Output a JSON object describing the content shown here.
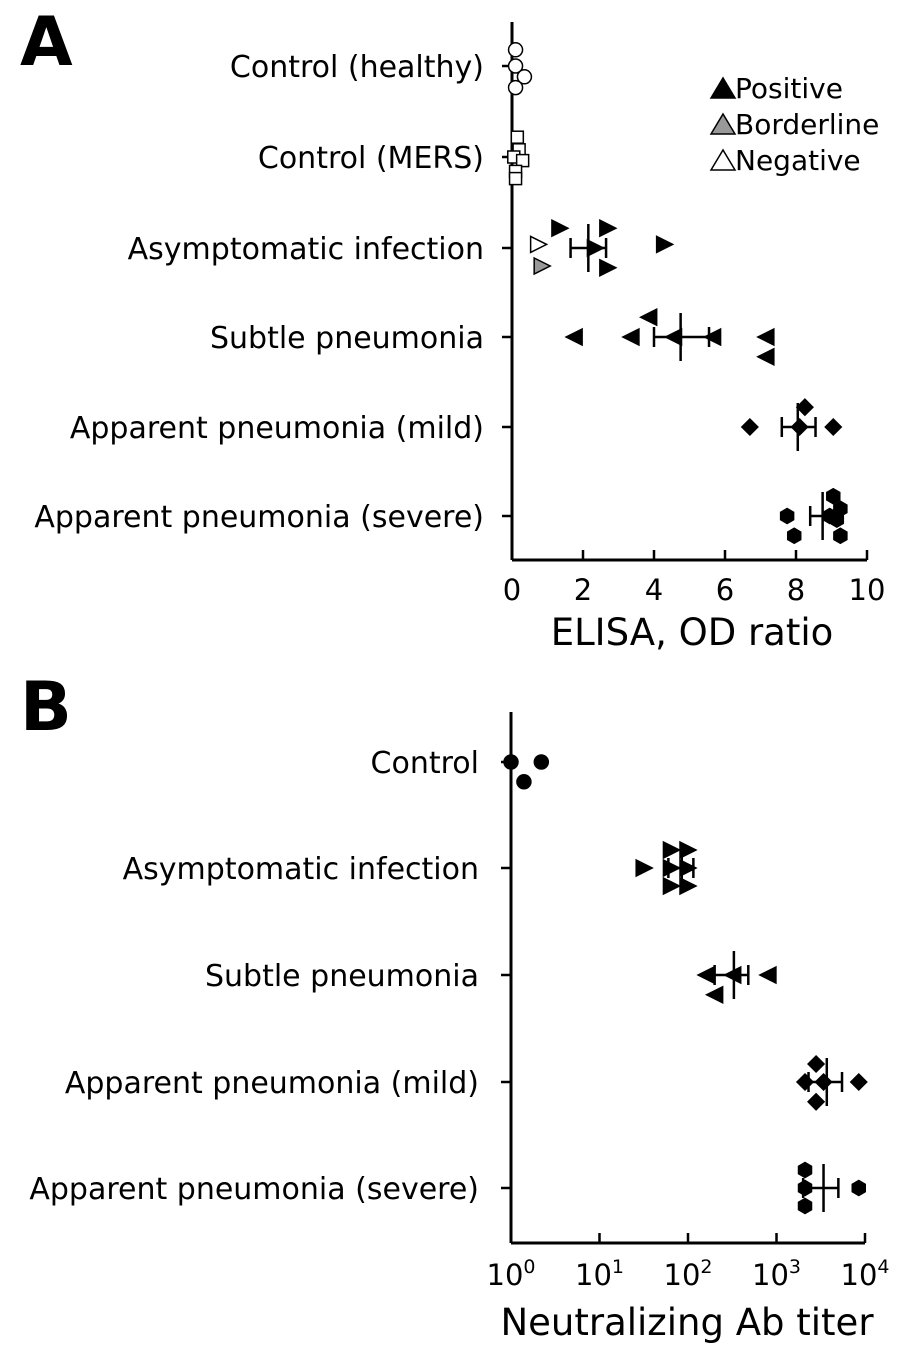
{
  "chart_data": [
    {
      "panel": "A",
      "type": "scatter",
      "xlabel": "ELISA, OD ratio",
      "xlim": [
        0,
        10
      ],
      "xticks": [
        "0",
        "2",
        "4",
        "6",
        "8",
        "10"
      ],
      "legend": {
        "placement": "top-right",
        "entries": [
          {
            "label": "Positive",
            "color": "#000000"
          },
          {
            "label": "Borderline",
            "color": "#999999"
          },
          {
            "label": "Negative",
            "color": "#ffffff"
          }
        ]
      },
      "categories": [
        {
          "label": "Control (healthy)",
          "marker": "circle",
          "fill": "#ffffff",
          "points": [
            {
              "x": 0.1,
              "o": -0.45
            },
            {
              "x": 0.1,
              "o": 0.0
            },
            {
              "x": 0.35,
              "o": 0.3
            },
            {
              "x": 0.1,
              "o": 0.6
            }
          ]
        },
        {
          "label": "Control (MERS)",
          "marker": "square",
          "fill": "#ffffff",
          "points": [
            {
              "x": 0.15,
              "o": -0.55
            },
            {
              "x": 0.2,
              "o": -0.2
            },
            {
              "x": 0.05,
              "o": 0.0
            },
            {
              "x": 0.3,
              "o": 0.1
            },
            {
              "x": 0.1,
              "o": 0.4
            },
            {
              "x": 0.1,
              "o": 0.6
            }
          ]
        },
        {
          "label": "Asymptomatic infection",
          "marker": "tri-right",
          "points": [
            {
              "x": 1.35,
              "o": -0.55,
              "fill": "#000000"
            },
            {
              "x": 2.7,
              "o": -0.55,
              "fill": "#000000"
            },
            {
              "x": 0.75,
              "o": -0.1,
              "fill": "#ffffff"
            },
            {
              "x": 2.35,
              "o": 0.0,
              "fill": "#000000"
            },
            {
              "x": 4.3,
              "o": -0.1,
              "fill": "#000000"
            },
            {
              "x": 0.85,
              "o": 0.5,
              "fill": "#999999"
            },
            {
              "x": 2.7,
              "o": 0.55,
              "fill": "#000000"
            }
          ],
          "mean": 2.15,
          "sd": [
            1.65,
            2.65
          ]
        },
        {
          "label": "Subtle pneumonia",
          "marker": "tri-left",
          "fill": "#000000",
          "points": [
            {
              "x": 3.85,
              "o": -0.55
            },
            {
              "x": 1.75,
              "o": 0.0
            },
            {
              "x": 3.35,
              "o": 0.0
            },
            {
              "x": 4.55,
              "o": 0.0
            },
            {
              "x": 5.65,
              "o": 0.0
            },
            {
              "x": 7.15,
              "o": 0.0
            },
            {
              "x": 7.15,
              "o": 0.55
            }
          ],
          "mean": 4.75,
          "sd": [
            4.0,
            5.55
          ]
        },
        {
          "label": "Apparent pneumonia (mild)",
          "marker": "diamond",
          "fill": "#000000",
          "points": [
            {
              "x": 8.25,
              "o": -0.55
            },
            {
              "x": 6.7,
              "o": 0.0
            },
            {
              "x": 8.1,
              "o": 0.0
            },
            {
              "x": 9.05,
              "o": 0.0
            }
          ],
          "mean": 8.05,
          "sd": [
            7.6,
            8.55
          ]
        },
        {
          "label": "Apparent pneumonia (severe)",
          "marker": "hexagon",
          "fill": "#000000",
          "points": [
            {
              "x": 9.05,
              "o": -0.55
            },
            {
              "x": 9.25,
              "o": -0.2
            },
            {
              "x": 7.75,
              "o": 0.0
            },
            {
              "x": 8.95,
              "o": 0.0
            },
            {
              "x": 9.15,
              "o": 0.1
            },
            {
              "x": 7.95,
              "o": 0.55
            },
            {
              "x": 9.25,
              "o": 0.55
            }
          ],
          "mean": 8.75,
          "sd": [
            8.4,
            9.1
          ]
        }
      ]
    },
    {
      "panel": "B",
      "type": "scatter",
      "xlabel": "Neutralizing Ab titer",
      "xscale": "log",
      "xlim": [
        1,
        10000
      ],
      "xticks": [
        {
          "base": "10",
          "exp": "0"
        },
        {
          "base": "10",
          "exp": "1"
        },
        {
          "base": "10",
          "exp": "2"
        },
        {
          "base": "10",
          "exp": "3"
        },
        {
          "base": "10",
          "exp": "4"
        }
      ],
      "categories": [
        {
          "label": "Control",
          "marker": "circle",
          "fill": "#000000",
          "points": [
            {
              "x": 1,
              "o": 0.0
            },
            {
              "x": 2.2,
              "o": 0.0
            },
            {
              "x": 1.4,
              "o": 0.55
            }
          ]
        },
        {
          "label": "Asymptomatic infection",
          "marker": "tri-right",
          "fill": "#000000",
          "points": [
            {
              "x": 65,
              "o": -0.5
            },
            {
              "x": 100,
              "o": -0.5
            },
            {
              "x": 32,
              "o": 0.0
            },
            {
              "x": 65,
              "o": 0.0
            },
            {
              "x": 100,
              "o": 0.0
            },
            {
              "x": 65,
              "o": 0.5
            },
            {
              "x": 100,
              "o": 0.5
            }
          ],
          "mean": 85,
          "sd": [
            60,
            115
          ]
        },
        {
          "label": "Subtle pneumonia",
          "marker": "tri-left",
          "fill": "#000000",
          "points": [
            {
              "x": 160,
              "o": 0.0
            },
            {
              "x": 320,
              "o": 0.0
            },
            {
              "x": 800,
              "o": 0.0
            },
            {
              "x": 200,
              "o": 0.55
            }
          ],
          "mean": 330,
          "sd": [
            200,
            480
          ]
        },
        {
          "label": "Apparent pneumonia (mild)",
          "marker": "diamond",
          "fill": "#000000",
          "points": [
            {
              "x": 2800,
              "o": -0.5
            },
            {
              "x": 2100,
              "o": 0.0
            },
            {
              "x": 3400,
              "o": 0.0
            },
            {
              "x": 8500,
              "o": 0.0
            },
            {
              "x": 2800,
              "o": 0.55
            }
          ],
          "mean": 3700,
          "sd": [
            2300,
            5500
          ]
        },
        {
          "label": "Apparent pneumonia (severe)",
          "marker": "hexagon",
          "fill": "#000000",
          "points": [
            {
              "x": 2100,
              "o": -0.5
            },
            {
              "x": 2100,
              "o": 0.0
            },
            {
              "x": 2100,
              "o": 0.5
            },
            {
              "x": 8500,
              "o": 0.0
            }
          ],
          "mean": 3400,
          "sd": [
            2000,
            5000
          ]
        }
      ]
    }
  ]
}
